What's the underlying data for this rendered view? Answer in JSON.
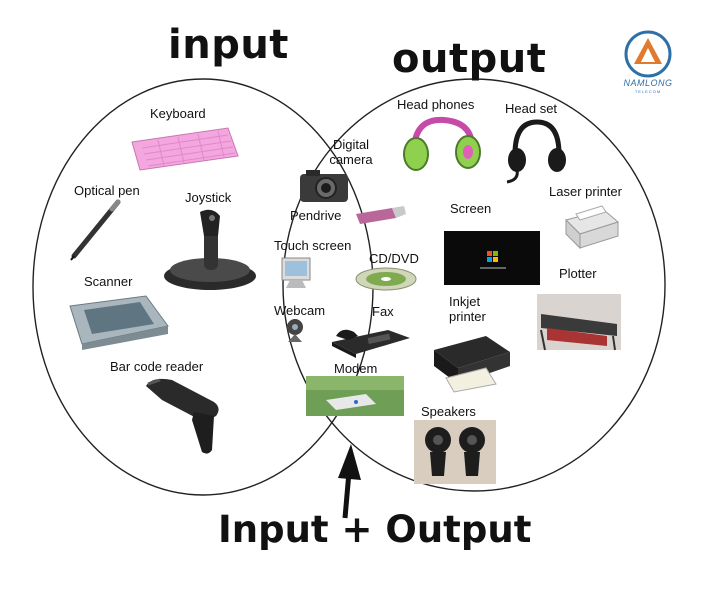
{
  "titles": {
    "input": "input",
    "output": "output",
    "both": "Input + Output"
  },
  "logo": {
    "name": "NAMLONG",
    "sub": "TELECOM"
  },
  "input_only": [
    "Keyboard",
    "Optical pen",
    "Joystick",
    "Scanner",
    "Bar code reader"
  ],
  "shared": [
    "Digital camera",
    "Pendrive",
    "Touch screen",
    "CD/DVD",
    "Webcam",
    "Fax",
    "Modem"
  ],
  "output_only": [
    "Head phones",
    "Head set",
    "Screen",
    "Laser printer",
    "Plotter",
    "Inkjet printer",
    "Speakers"
  ],
  "labels": {
    "keyboard": "Keyboard",
    "optical_pen": "Optical pen",
    "joystick": "Joystick",
    "scanner": "Scanner",
    "barcode": "Bar code reader",
    "digital_camera_1": "Digital",
    "digital_camera_2": "camera",
    "pendrive": "Pendrive",
    "touch_screen": "Touch screen",
    "cd_dvd": "CD/DVD",
    "webcam": "Webcam",
    "fax": "Fax",
    "modem": "Modem",
    "head_phones": "Head phones",
    "head_set": "Head set",
    "screen": "Screen",
    "laser_printer": "Laser printer",
    "plotter": "Plotter",
    "inkjet_1": "Inkjet",
    "inkjet_2": "printer",
    "speakers": "Speakers"
  },
  "colors": {
    "keyboard": "#f4a6de",
    "headphones": "#8fd14f",
    "accent_logo": "#e07a2e",
    "logo_blue": "#2f6fa8"
  }
}
